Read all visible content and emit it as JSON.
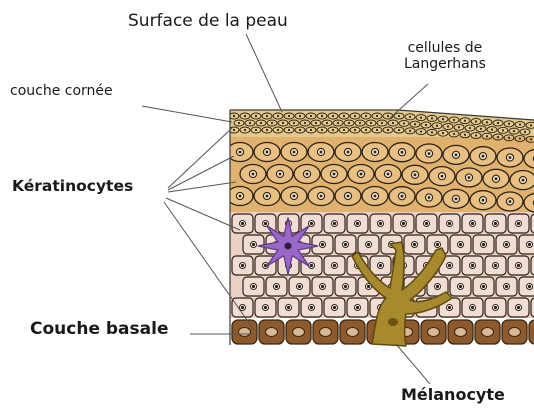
{
  "labels": {
    "surface": "Surface de la peau",
    "langerhans_line1": "cellules de",
    "langerhans_line2": "Langerhans",
    "couche_cornee": "couche cornée",
    "keratinocytes": "Kératinocytes",
    "couche_basale": "Couche basale",
    "melanocyte": "Mélanocyte"
  },
  "colors": {
    "cornified_layer": "#e3ca8c",
    "upper_layer": "#e1b26d",
    "middle_layer": "#ead1c4",
    "basal_layer": "#8c5a2c",
    "melanocyte": "#a88a2e",
    "langerhans_cell": "#9a66c8",
    "cell_outline": "#2b2118",
    "leader_line": "#555555"
  }
}
